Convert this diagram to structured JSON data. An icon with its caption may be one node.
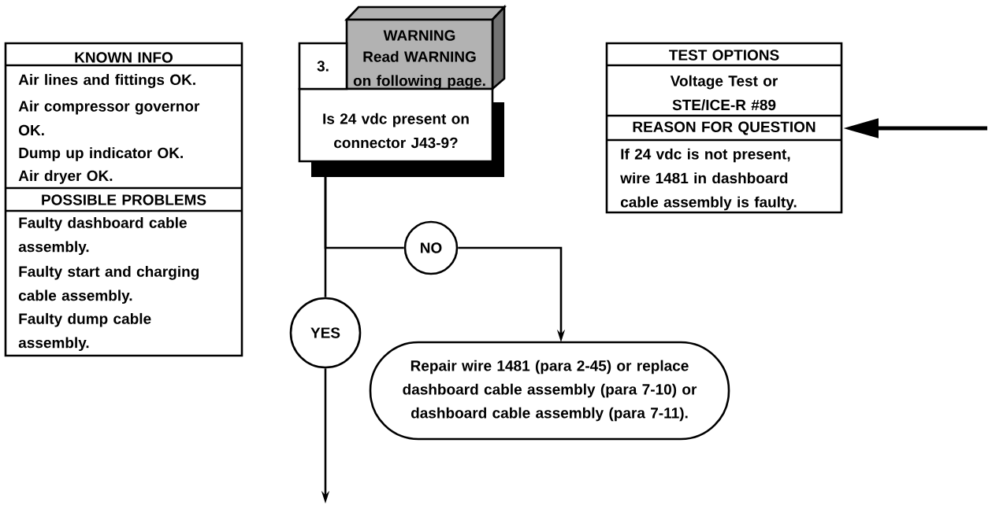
{
  "diagram": {
    "nodes": [
      {
        "text": [
          "KNOWN INFO",
          "Air lines and fittings OK.",
          "Air compressor governor OK.",
          "Dump up indicator OK.",
          "Air dryer OK.",
          "POSSIBLE PROBLEMS",
          "Faulty dashboard cable assembly.",
          "Faulty start and charging cable assembly.",
          "Faulty dump cable assembly."
        ]
      },
      {
        "text": [
          "WARNING",
          "Read WARNING on following page."
        ]
      },
      {
        "text": [
          "3.",
          "Is 24 vdc present on connector J43-9?"
        ]
      },
      {
        "text": [
          "TEST OPTIONS",
          "Voltage Test or STE/ICE-R #89",
          "REASON FOR QUESTION",
          "If 24 vdc is not present, wire 1481 in dashboard cable assembly is faulty."
        ]
      },
      {
        "text": [
          "NO"
        ]
      },
      {
        "text": [
          "YES"
        ]
      },
      {
        "text": [
          "Repair wire 1481 (para 2-45) or replace dashboard cable assembly (para 7-10) or dashboard cable assembly (para 7-11)."
        ]
      }
    ],
    "edges": [
      {
        "from": 2,
        "to": 5,
        "arrow": "none"
      },
      {
        "from": 2,
        "to": 4,
        "arrow": "none"
      },
      {
        "from": 4,
        "to": 6,
        "arrow": "to"
      },
      {
        "from": 5,
        "to": null,
        "arrow": "to"
      },
      {
        "from": null,
        "to": 3,
        "arrow": "to",
        "style": "thick"
      }
    ]
  }
}
